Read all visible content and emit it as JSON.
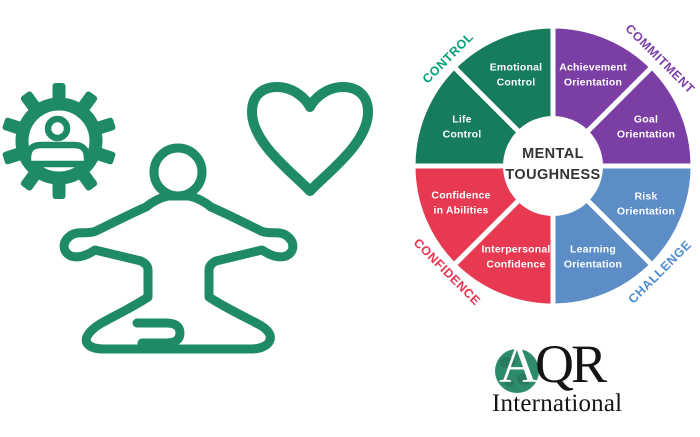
{
  "wheel": {
    "center_label": "MENTAL\nTOUGHNESS",
    "quadrants": [
      {
        "name": "CONTROL",
        "fill": "#177C5D",
        "label_color": "#00A07A",
        "segments": [
          "Emotional\nControl",
          "Life\nControl"
        ]
      },
      {
        "name": "COMMITMENT",
        "fill": "#7B3EA5",
        "label_color": "#7C3EA9",
        "segments": [
          "Achievement\nOrientation",
          "Goal\nOrientation"
        ]
      },
      {
        "name": "CHALLENGE",
        "fill": "#5C8DC7",
        "label_color": "#4C8BD1",
        "segments": [
          "Risk\nOrientation",
          "Learning\nOrientation"
        ]
      },
      {
        "name": "CONFIDENCE",
        "fill": "#E73A52",
        "label_color": "#E8334D",
        "segments": [
          "Confidence\nin Abilities",
          "Interpersonal\nConfidence"
        ]
      }
    ]
  },
  "logo": {
    "initial": "A",
    "rest": "QR",
    "subtitle": "International",
    "circle_color": "#2E8A6C"
  },
  "illustration": {
    "color": "#1E8A68",
    "icons": [
      "gear-person-icon",
      "meditating-person-icon",
      "heart-icon"
    ]
  }
}
